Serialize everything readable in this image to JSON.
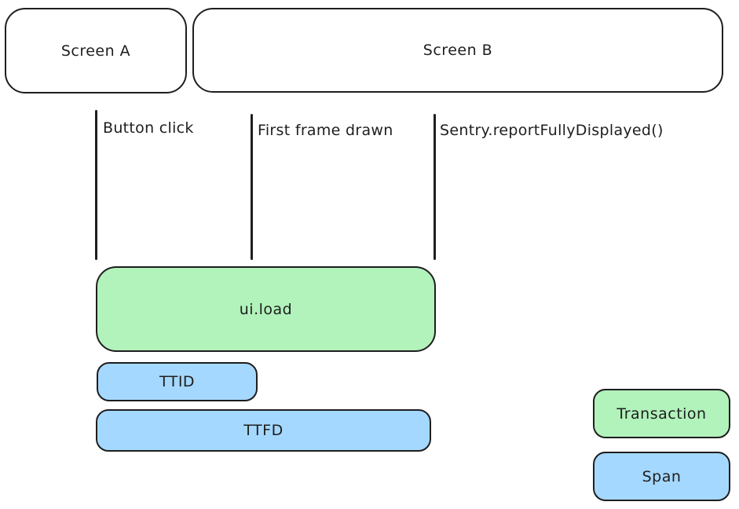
{
  "colors": {
    "stroke": "#1e1e1e",
    "transaction_fill": "#b2f2bb",
    "span_fill": "#a5d8ff",
    "background": "#ffffff"
  },
  "screens": [
    {
      "label": "Screen A"
    },
    {
      "label": "Screen B"
    }
  ],
  "markers": [
    {
      "label": "Button click"
    },
    {
      "label": "First frame drawn"
    },
    {
      "label": "Sentry.reportFullyDisplayed()"
    }
  ],
  "spans": [
    {
      "label": "ui.load",
      "type": "transaction"
    },
    {
      "label": "TTID",
      "type": "span"
    },
    {
      "label": "TTFD",
      "type": "span"
    }
  ],
  "legend": [
    {
      "label": "Transaction",
      "type": "transaction"
    },
    {
      "label": "Span",
      "type": "span"
    }
  ]
}
